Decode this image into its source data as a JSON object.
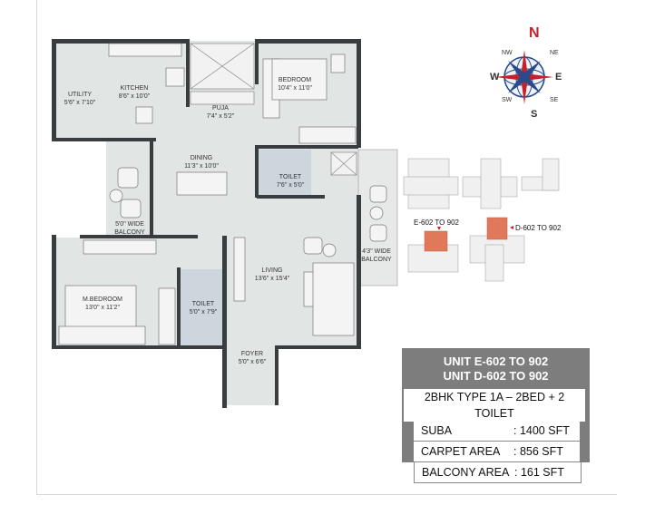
{
  "rooms": [
    {
      "name": "UTILITY",
      "size": "5'6\" x 7'10\""
    },
    {
      "name": "KITCHEN",
      "size": "8'6\" x 10'0\""
    },
    {
      "name": "PUJA",
      "size": "7'4\" x 5'2\""
    },
    {
      "name": "BEDROOM",
      "size": "10'4\" x 11'0\""
    },
    {
      "name": "DINING",
      "size": "11'3\" x 10'0\""
    },
    {
      "name": "TOILET",
      "size": "7'6\" x 5'0\""
    },
    {
      "name": "5'0\" WIDE",
      "size": "BALCONY"
    },
    {
      "name": "4'3\" WIDE",
      "size": "BALCONY"
    },
    {
      "name": "LIVING",
      "size": "13'6\" x 15'4\""
    },
    {
      "name": "M.BEDROOM",
      "size": "13'0\" x 11'2\""
    },
    {
      "name": "TOILET",
      "size": "5'0\" x 7'9\""
    },
    {
      "name": "FOYER",
      "size": "5'0\" x 6'6\""
    }
  ],
  "compass": {
    "n": "N",
    "ne": "NE",
    "e": "E",
    "se": "SE",
    "s": "S",
    "sw": "SW",
    "w": "W",
    "nw": "NW"
  },
  "key_plan": {
    "label_e": "E-602 TO 902",
    "label_d": "D-602 TO 902",
    "highlight_color": "#e0785a"
  },
  "info": {
    "unit_e": "UNIT E-602 TO 902",
    "unit_d": "UNIT D-602 TO 902",
    "type": "2BHK TYPE 1A – 2BED + 2 TOILET",
    "areas": [
      {
        "label": "SUBA",
        "value": ": 1400 SFT"
      },
      {
        "label": "CARPET AREA",
        "value": ": 856 SFT"
      },
      {
        "label": "BALCONY AREA",
        "value": ": 161 SFT"
      }
    ]
  },
  "colors": {
    "wall": "#3a3d40",
    "floor": "#e1e5e3",
    "toilet": "#cdd6dd",
    "compass_red": "#c8202a",
    "compass_blue": "#2a4a8a"
  }
}
